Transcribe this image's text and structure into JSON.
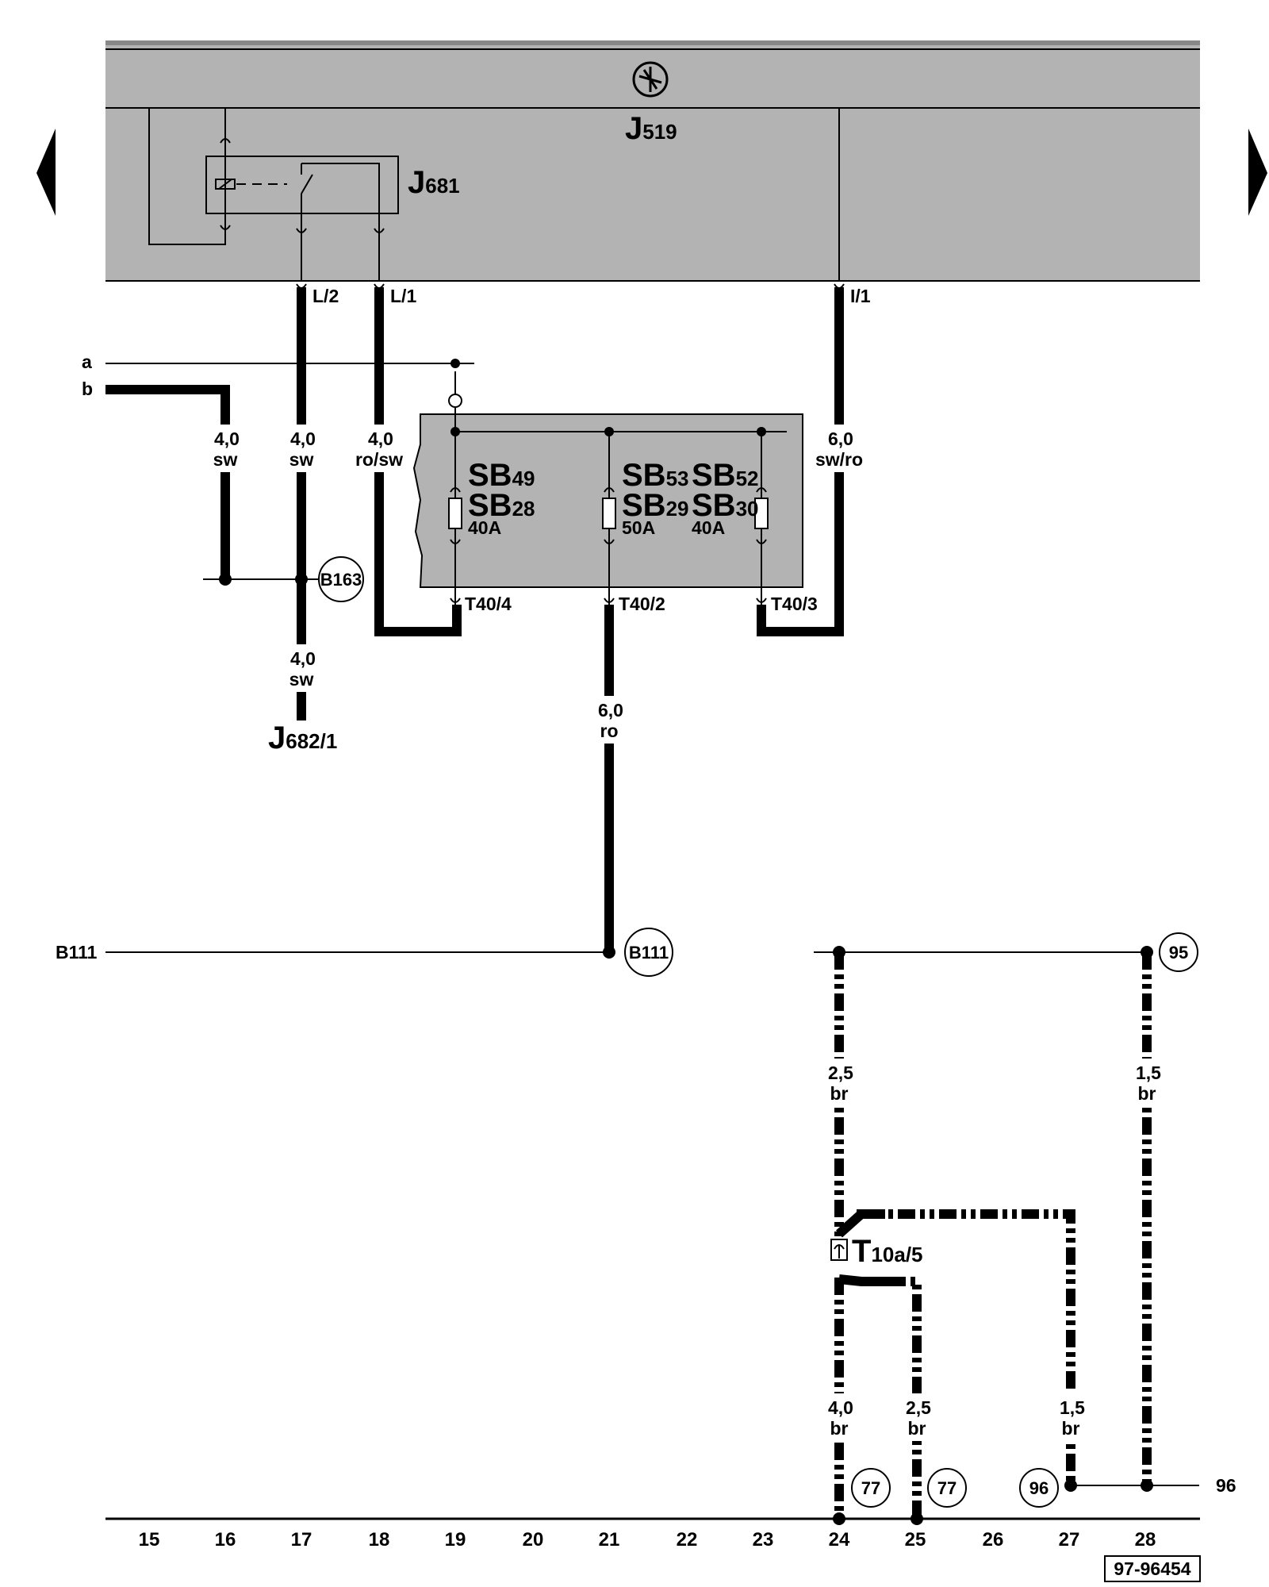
{
  "diagram": {
    "ecu": {
      "name": "J",
      "sub": "519"
    },
    "relay": {
      "name": "J",
      "sub": "681"
    },
    "pins": {
      "l2": "L/2",
      "l1": "L/1",
      "i1": "I/1",
      "t40_4": "T40/4",
      "t40_2": "T40/2",
      "t40_3": "T40/3"
    },
    "left_inputs": {
      "a": "a",
      "b": "b",
      "b111": "B111"
    },
    "right_outputs": {
      "o96": "96"
    },
    "fuses": {
      "left": {
        "top": "SB",
        "top_sub": "49",
        "bottom": "SB",
        "bottom_sub": "28",
        "rating": "40A"
      },
      "middle": {
        "top": "SB",
        "top_sub": "53",
        "bottom": "SB",
        "bottom_sub": "29",
        "rating": "50A"
      },
      "right": {
        "top": "SB",
        "top_sub": "52",
        "bottom": "SB",
        "bottom_sub": "30",
        "rating": "40A"
      }
    },
    "wires": {
      "w16": {
        "size": "4,0",
        "color": "sw"
      },
      "w17": {
        "size": "4,0",
        "color": "sw"
      },
      "w18": {
        "size": "4,0",
        "color": "ro/sw"
      },
      "w24": {
        "size": "6,0",
        "color": "sw/ro"
      },
      "w17b": {
        "size": "4,0",
        "color": "sw"
      },
      "w21": {
        "size": "6,0",
        "color": "ro"
      },
      "wbr24a": {
        "size": "2,5",
        "color": "br"
      },
      "wbr28": {
        "size": "1,5",
        "color": "br"
      },
      "wbr24b": {
        "size": "4,0",
        "color": "br"
      },
      "wbr25": {
        "size": "2,5",
        "color": "br"
      },
      "wbr27": {
        "size": "1,5",
        "color": "br"
      }
    },
    "connectors": {
      "j682": {
        "name": "J",
        "sub": "682",
        "pin": "/1"
      },
      "t10a": {
        "name": "T",
        "sub": "10a/5"
      }
    },
    "circled_refs": {
      "b163": "B163",
      "b111": "B111",
      "r95": "95",
      "r77a": "77",
      "r77b": "77",
      "r96": "96"
    },
    "column_numbers": [
      "15",
      "16",
      "17",
      "18",
      "19",
      "20",
      "21",
      "22",
      "23",
      "24",
      "25",
      "26",
      "27",
      "28"
    ],
    "drawing_number": "97-96454"
  }
}
